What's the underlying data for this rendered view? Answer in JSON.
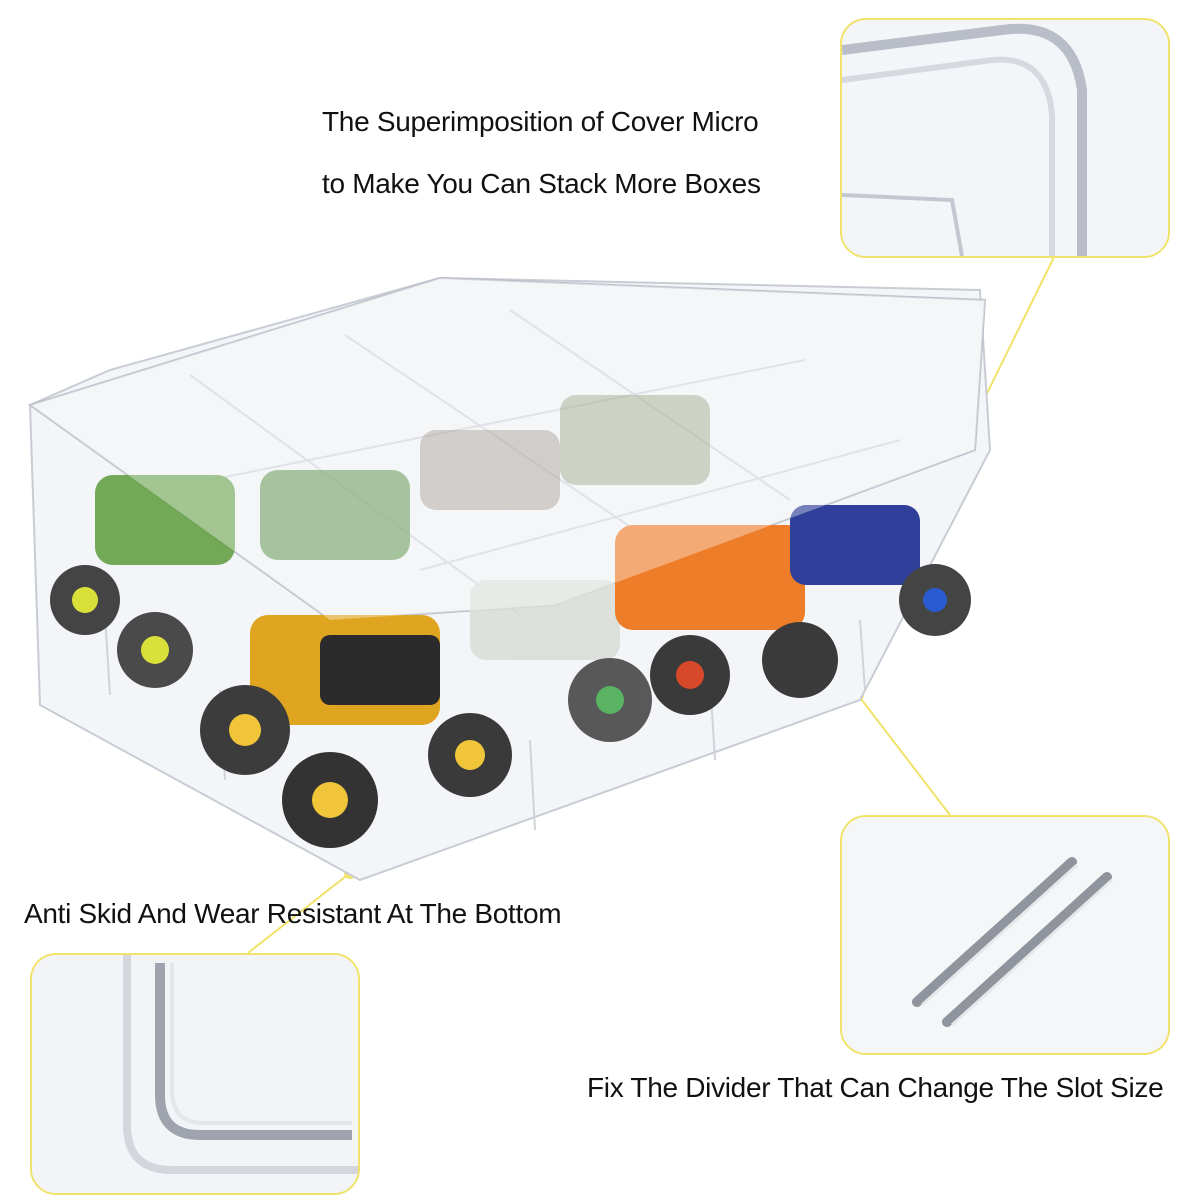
{
  "captions": {
    "top_line_1": "The Superimposition of Cover Micro",
    "top_line_2": "to Make You Can Stack More Boxes",
    "bottom_left": "Anti Skid And Wear Resistant At The Bottom",
    "bottom_right": "Fix The Divider That Can Change The Slot Size"
  },
  "colors": {
    "callout_yellow": "#f1e26a",
    "text": "#111111"
  }
}
